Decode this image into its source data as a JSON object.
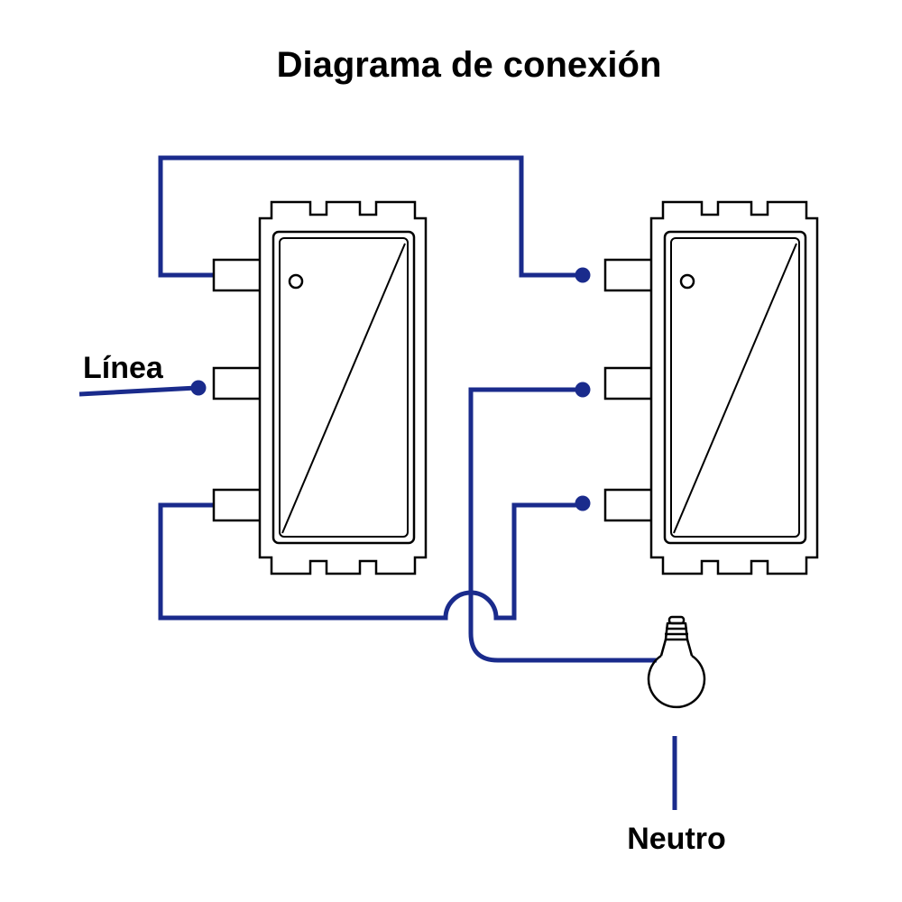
{
  "diagram": {
    "title": "Diagrama de conexión",
    "labels": {
      "linea": "Línea",
      "neutro": "Neutro"
    },
    "colors": {
      "wire": "#1a2b8c",
      "outline": "#000000",
      "background": "#ffffff"
    }
  }
}
